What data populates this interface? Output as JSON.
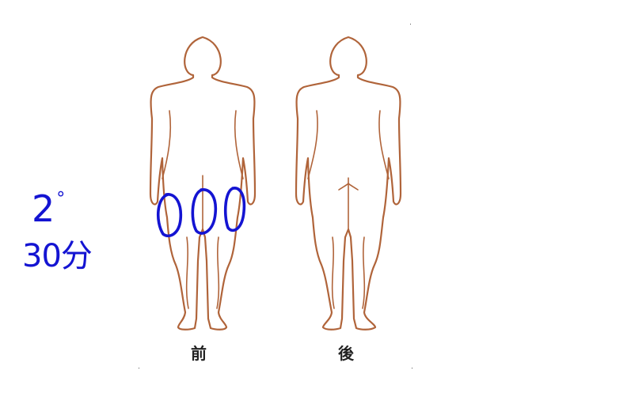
{
  "labels": {
    "front": "前",
    "back": "後"
  },
  "handwriting": {
    "degrees_value": "2",
    "degrees_mark": "°",
    "minutes": "30分"
  },
  "colors": {
    "body_outline": "#b0643a",
    "ink": "#1414d2",
    "caption": "#222222"
  },
  "marks": {
    "front_thigh_circles": 3
  }
}
